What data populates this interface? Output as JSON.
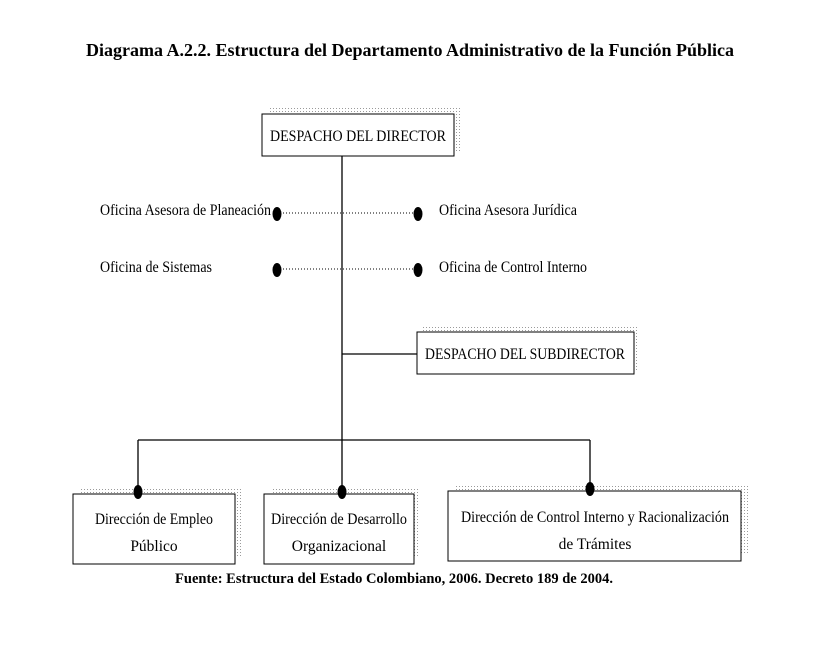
{
  "title": "Diagrama A.2.2. Estructura del Departamento Administrativo de la Función Pública",
  "source": "Fuente: Estructura del Estado Colombiano, 2006. Decreto 189 de 2004.",
  "boxes": {
    "director": {
      "lines": [
        "DESPACHO DEL DIRECTOR"
      ]
    },
    "subdirector": {
      "lines": [
        "DESPACHO DEL SUBDIRECTOR"
      ]
    },
    "empleo": {
      "lines": [
        "Dirección de Empleo",
        "Público"
      ]
    },
    "desarrollo": {
      "lines": [
        "Dirección de Desarrollo",
        "Organizacional"
      ]
    },
    "control": {
      "lines": [
        "Dirección de Control Interno y Racionalización",
        "de Trámites"
      ]
    }
  },
  "offices": {
    "planeacion": "Oficina Asesora de Planeación",
    "juridica": "Oficina Asesora Jurídica",
    "sistemas": "Oficina de Sistemas",
    "control_interno": "Oficina de Control Interno"
  }
}
